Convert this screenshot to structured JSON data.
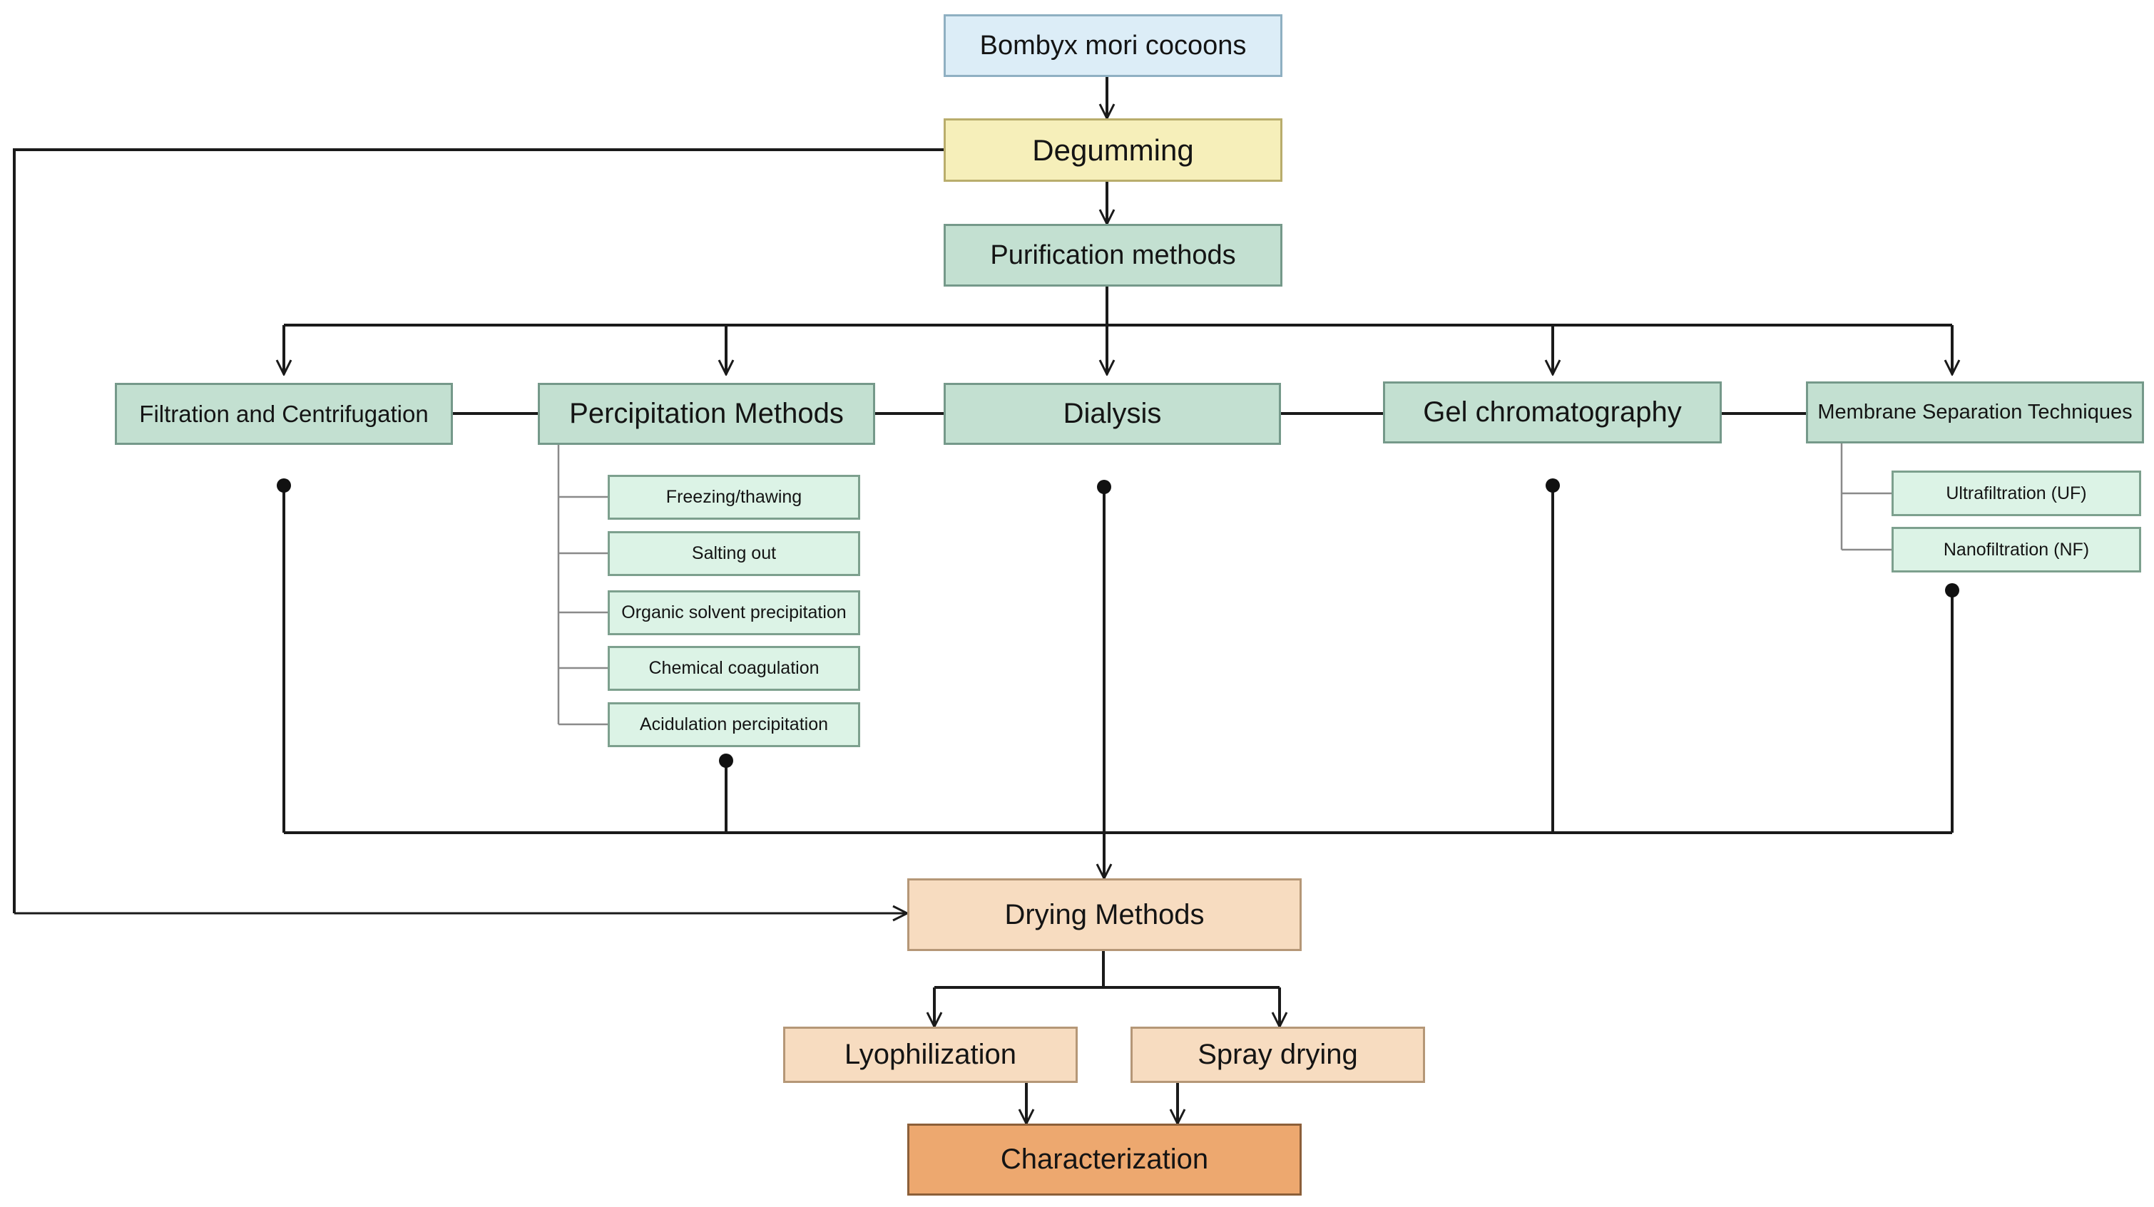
{
  "diagram": {
    "start": "Bombyx mori cocoons",
    "degumming": "Degumming",
    "purification": "Purification methods",
    "methods": {
      "filtration": "Filtration and Centrifugation",
      "precipitation": "Percipitation Methods",
      "dialysis": "Dialysis",
      "gel": "Gel chromatography",
      "membrane": "Membrane Separation Techniques"
    },
    "precipitation_sub": [
      "Freezing/thawing",
      "Salting out",
      "Organic solvent precipitation",
      "Chemical coagulation",
      "Acidulation percipitation"
    ],
    "membrane_sub": [
      "Ultrafiltration (UF)",
      "Nanofiltration (NF)"
    ],
    "drying": "Drying Methods",
    "lyophilization": "Lyophilization",
    "spray": "Spray drying",
    "characterization": "Characterization"
  },
  "colors": {
    "start": "#dcedf7",
    "degumming": "#f6efba",
    "purification": "#c3e0d1",
    "sub_methods": "#dcf3e6",
    "drying": "#f7dcc0",
    "characterization": "#eda86f",
    "line": "#1a1a1a"
  }
}
